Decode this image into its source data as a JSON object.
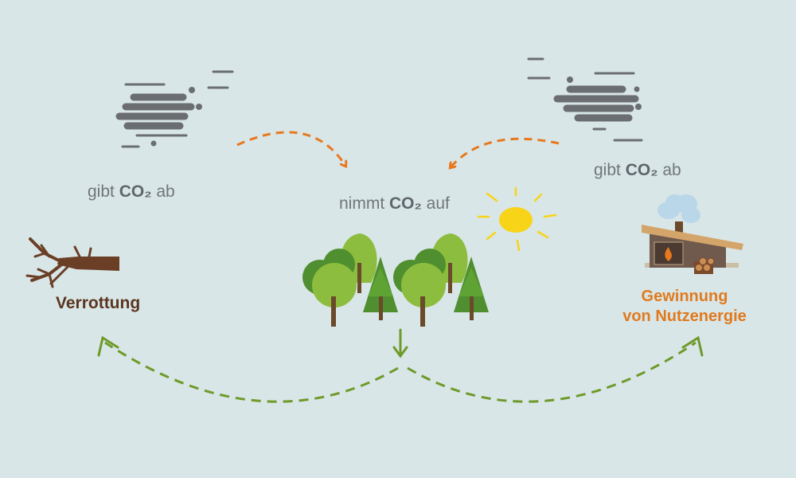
{
  "labels": {
    "left": {
      "prefix": "gibt ",
      "co2": "CO₂",
      "suffix": " ab"
    },
    "middle": {
      "prefix": "nimmt ",
      "co2": "CO₂",
      "suffix": " auf"
    },
    "right": {
      "prefix": "gibt ",
      "co2": "CO₂",
      "suffix": " ab"
    },
    "decay": "Verrottung",
    "energy_line1": "Gewinnung",
    "energy_line2": "von Nutzenergie"
  },
  "colors": {
    "background": "#d9e6e7",
    "text_gray": "#6f7679",
    "decay_brown": "#5b3520",
    "energy_orange": "#e07a1f",
    "arrow_orange": "#e8781e",
    "arrow_green": "#6e9a2a",
    "cloud_gray": "#6b6e70",
    "sun_yellow": "#f7d417",
    "tree_light": "#8cbd3f",
    "tree_dark": "#4f8f2f"
  },
  "icons": [
    "smoke-cloud-icon",
    "sun-icon",
    "forest-icon",
    "dead-branch-icon",
    "stove-house-icon",
    "firewood-icon"
  ]
}
